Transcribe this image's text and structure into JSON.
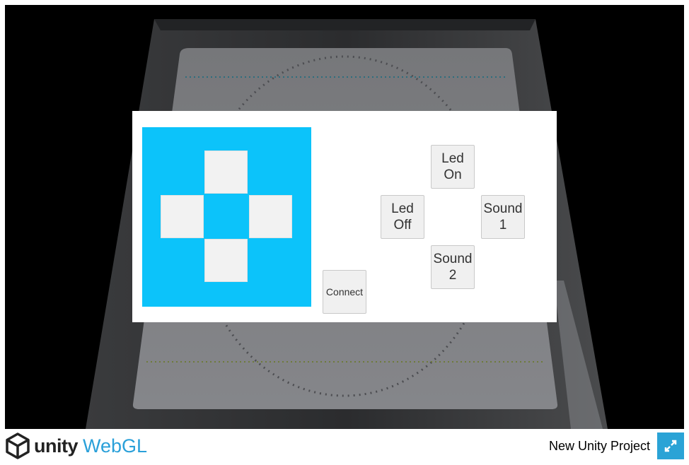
{
  "game": {
    "connect_label": "Connect",
    "buttons": {
      "led_on": "Led\nOn",
      "led_off": "Led\nOff",
      "sound1": "Sound\n1",
      "sound2": "Sound\n2"
    },
    "dpad_color": "#0cc3fa"
  },
  "footer": {
    "logo_text": "unity",
    "webgl_text": "WebGL",
    "project_title": "New Unity Project",
    "fullscreen_icon": "expand-arrows-icon",
    "accent": "#2aa3d6"
  }
}
